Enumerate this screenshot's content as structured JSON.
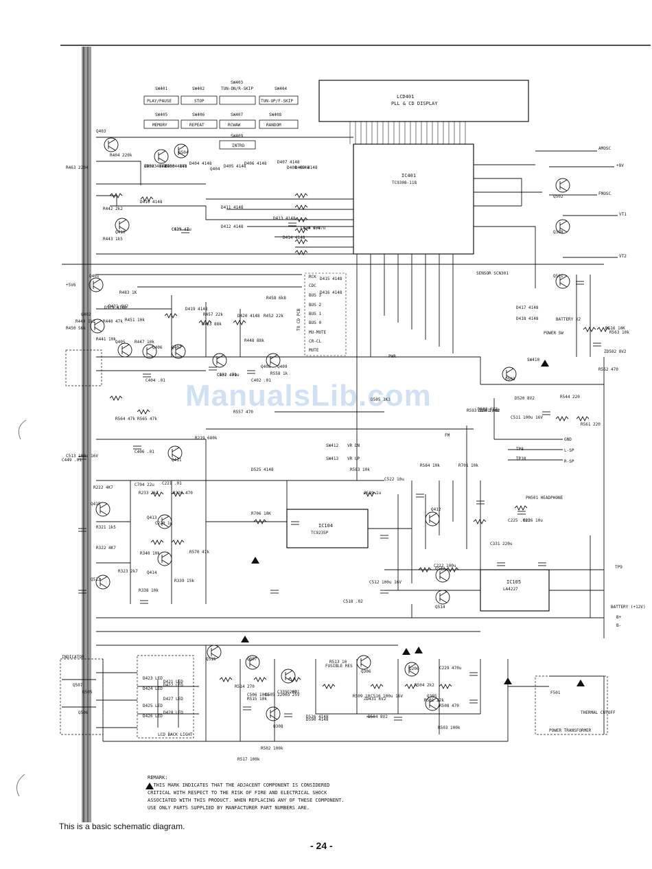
{
  "diagram": {
    "display_label": "LCD401",
    "display_sub": "PLL & CD DISPLAY",
    "ic_main": "IC401",
    "ic_main_part": "TC9308-118",
    "ic_104": "IC104",
    "ic_104_part": "TC9235P",
    "ic_105": "IC105",
    "ic_105_part": "LA4227",
    "switches": [
      {
        "id": "SW401",
        "label": "PLAY/PAUSE"
      },
      {
        "id": "SW402",
        "label": "STOP"
      },
      {
        "id": "SW403",
        "label": "TUN-DN/R-SKIP"
      },
      {
        "id": "SW404",
        "label": "TUN-UP/F-SKIP"
      },
      {
        "id": "SW405",
        "label": "MEMORY"
      },
      {
        "id": "SW406",
        "label": "REPEAT"
      },
      {
        "id": "SW407",
        "label": "RCWAW"
      },
      {
        "id": "SW408",
        "label": "RANDOM"
      },
      {
        "id": "SW409",
        "label": "INTRO"
      }
    ],
    "bus_labels": [
      "RCK",
      "CDC",
      "BUS 3",
      "BUS 2",
      "BUS 1",
      "BUS 0",
      "MU-MUTE",
      "CR-CL",
      "MUTE"
    ],
    "bus_group_label": "TO CD PCB",
    "signal_labels": {
      "amosc": "AMOSC",
      "fmosc": "FMOSC",
      "plus8v": "+8V",
      "vt1": "VT1",
      "vt2": "VT2",
      "plus5v": "+5V6",
      "pwr": "PWR",
      "fm": "FM",
      "gnd": "GND",
      "lsp": "L-SP",
      "rsp": "R-SP",
      "tp8": "TP8",
      "tp10": "TP10",
      "tp9": "TP9",
      "battery": "BATTERY (+12V)",
      "bplus": "B+",
      "bminus": "B-",
      "headphone": "PH501 HEADPHONE",
      "battery_x2": "BATTERY X2",
      "power_sw": "POWER SW",
      "sensor": "SENSOR SCN301",
      "indicator": "INDICATOR",
      "lcd_back_light": "LCD BACK LIGHT",
      "vr_dn": "VR DN",
      "vr_up": "VR UP",
      "sw412": "SW412",
      "sw413": "SW413",
      "sw410": "SW410",
      "fuse": "F501",
      "thermal": "THERMAL CUTOFF",
      "power_transformer": "POWER TRANSFORMER",
      "fusible_res": "FUSIBLE RES"
    },
    "transistors": [
      "Q403",
      "Q404",
      "Q410",
      "Q401",
      "Q402",
      "Q405",
      "Q406",
      "Q407",
      "Q408",
      "Q409",
      "Q411",
      "Q412",
      "Q413",
      "Q414",
      "Q415",
      "Q513",
      "Q512",
      "Q514",
      "Q515",
      "Q307",
      "Q207",
      "Q306",
      "Q206",
      "Q305",
      "Q308",
      "Q308",
      "Q501",
      "Q502",
      "Q503",
      "Q504",
      "Q505",
      "Q506",
      "Q507"
    ],
    "resistors_sample": [
      "R404 220k",
      "R463 2204",
      "R442 2k2",
      "R443 1k5",
      "R483 1K",
      "R440 47k",
      "R441 10k",
      "R451 10k",
      "R449 1k2",
      "R450 56k",
      "R447 10k",
      "R453 88k",
      "R457 22k",
      "R458 6k8",
      "R452 22k",
      "R448 88k",
      "R558 1k",
      "R557 470",
      "R564 47k",
      "R565 47k",
      "R219 680k",
      "R222 4K7",
      "R233 2k7",
      "R320 470",
      "R321 1k5",
      "R322 4K7",
      "R323 2k7",
      "R338 10k",
      "R339 15k",
      "R340 10k",
      "R570 47k",
      "R583 10k",
      "R584 10k",
      "R701 10k",
      "R706 10K",
      "R593 220 1/4W",
      "R544 220",
      "R561 220",
      "R562 470",
      "R563 10k",
      "R516 10K",
      "R517 100k",
      "R502 100k",
      "R503 100k",
      "R504 2k2",
      "R501 22k",
      "R508 470",
      "R509 10",
      "R513 10",
      "R514 270",
      "R515 10k"
    ],
    "capacitors_sample": [
      "C430 0.47u",
      "C435 .1",
      "C401 .01",
      "C402 .01",
      "C404 .01",
      "C406 .01",
      "C449 .01",
      "C704 22u",
      "C220 1u",
      "C221 .01",
      "C222 100u",
      "C225 .001",
      "C226 10u",
      "C229 470u",
      "C331 220u",
      "C335 .001",
      "C505 2200u 25V",
      "C506 100u",
      "C510 100u 16V",
      "C511 100u 16V",
      "C512 100u 16V",
      "C513 100u 16V",
      "C518 .02",
      "C519 1u",
      "C522 10u",
      "C524 10u",
      "C529 47u",
      "C532 470u"
    ],
    "diodes_sample": [
      "D402 4148",
      "D403 4148",
      "D404 4148",
      "D405 4148",
      "D406 4148",
      "D407 4148",
      "D408 4148",
      "D409 4148",
      "D410 4148",
      "D411 4148",
      "D412 4148",
      "D413 4148",
      "D414 4148",
      "D415 4148",
      "D416 4148",
      "D417 4148",
      "D418 4148",
      "D419 4148",
      "D420 4148",
      "D421 LED",
      "D422 LED",
      "D423 LED",
      "D424 LED",
      "D425 LED",
      "D426 LED",
      "D427 LED",
      "D428 LED",
      "D431 6V2",
      "D503 6V2",
      "D504 8V2",
      "D505 3K3",
      "D520 8V2",
      "D525 4148",
      "D526 4148",
      "D529 4148",
      "D590 4148",
      "ZD431 6V2",
      "ZD501 8V2",
      "ZD502 8V2",
      "ZD503 8V2",
      "ZD504 8V1"
    ]
  },
  "remark": {
    "title": "REMARK:",
    "line1": "THIS MARK INDICATES THAT THE ADJACENT COMPONENT IS CONSIDERED",
    "line2": "CRITICAL WITH RESPECT TO THE RISK OF FIRE AND ELECTRICAL SHOCK",
    "line3": "ASSOCIATED WITH THIS PRODUCT. WHEN REPLACING ANY OF THESE COMPONENT.",
    "line4": "USE ONLY PARTS SUPPLIED BY MANFACTURER PART NUMBERS ARE."
  },
  "footer": {
    "caption": "This is a basic schematic diagram.",
    "page_number": "- 24 -"
  },
  "watermark": "ManualsLib.com"
}
